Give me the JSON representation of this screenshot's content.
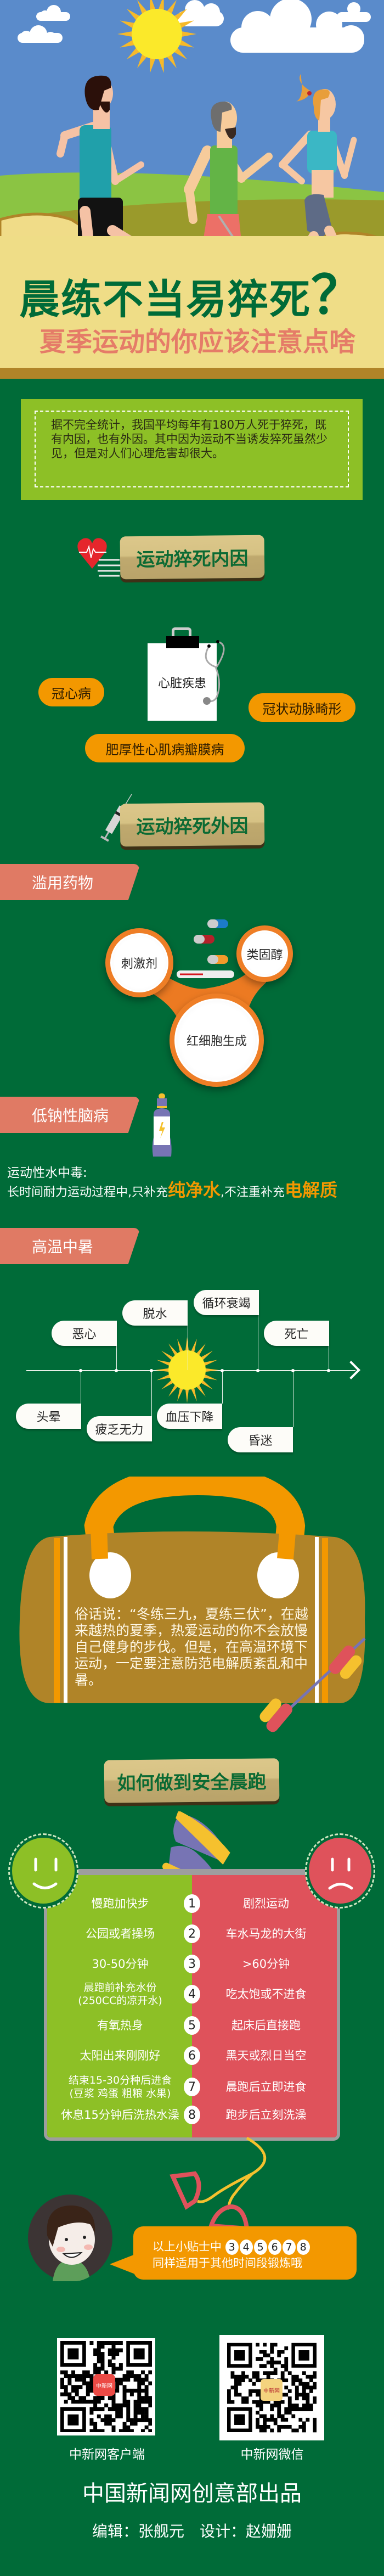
{
  "header": {
    "title": "晨练不当易猝死",
    "title_mark": "？",
    "subtitle": "夏季运动的你应该注意点啥"
  },
  "intro": {
    "text": "据不完全统计，我国平均每年有180万人死于猝死，既有内因，也有外因。其中因为运动不当诱发猝死虽然少见，但是对人们心理危害却很大。"
  },
  "internal": {
    "heading": "运动猝死内因",
    "center_label": "心脏疾患",
    "items": [
      "冠心病",
      "冠状动脉畸形",
      "肥厚性心肌病瓣膜病"
    ]
  },
  "external": {
    "heading": "运动猝死外因",
    "drugs": {
      "label": "滥用药物",
      "items": [
        "刺激剂",
        "类固醇",
        "红细胞生成"
      ]
    },
    "sodium": {
      "label": "低钠性脑病",
      "term": "运动性水中毒:",
      "desc_a": "长时间耐力运动过程中,只补充",
      "highlight_a": "纯净水",
      "desc_b": ",不注重补充",
      "highlight_b": "电解质"
    },
    "heatstroke": {
      "label": "高温中暑",
      "timeline_top": [
        "恶心",
        "脱水",
        "循环衰竭",
        "死亡"
      ],
      "timeline_bottom": [
        "头晕",
        "疲乏无力",
        "血压下降",
        "昏迷"
      ]
    },
    "bag_text": "俗话说：“冬练三九，夏练三伏”，在越来越热的夏季，热爱运动的你不会放慢自己健身的步伐。但是，在高温环境下运动，一定要注意防范电解质紊乱和中暑。"
  },
  "safe_run": {
    "heading": "如何做到安全晨跑",
    "rows": [
      {
        "n": "1",
        "good": "慢跑加快步",
        "bad": "剧烈运动"
      },
      {
        "n": "2",
        "good": "公园或者操场",
        "bad": "车水马龙的大街"
      },
      {
        "n": "3",
        "good": "30-50分钟",
        "bad": ">60分钟"
      },
      {
        "n": "4",
        "good": "晨跑前补充水份\n(250CC的凉开水)",
        "bad": "吃太饱或不进食"
      },
      {
        "n": "5",
        "good": "有氧热身",
        "bad": "起床后直接跑"
      },
      {
        "n": "6",
        "good": "太阳出来刚刚好",
        "bad": "黑天或烈日当空"
      },
      {
        "n": "7",
        "good": "结束15-30分种后进食\n(豆浆 鸡蛋 粗粮 水果)",
        "bad": "晨跑后立即进食"
      },
      {
        "n": "8",
        "good": "休息15分钟后洗热水澡",
        "bad": "跑步后立刻洗澡"
      }
    ]
  },
  "tip": {
    "prefix": "以上小贴士中",
    "numbers": [
      "3",
      "4",
      "5",
      "6",
      "7",
      "8"
    ],
    "suffix": "同样适用于其他时间段锻炼哦"
  },
  "footer": {
    "qr_app_label": "中新网客户端",
    "qr_wechat_label": "中新网微信",
    "qr_logo": "中新网",
    "producer": "中国新闻网创意部出品",
    "credits": "编辑：张舰元　设计：赵姗姗"
  },
  "colors": {
    "bg_green": "#006B38",
    "cream": "#EFDD87",
    "orange": "#F39800",
    "salmon": "#E07A64",
    "good_green": "#8DC026",
    "bad_red": "#DF525B"
  }
}
